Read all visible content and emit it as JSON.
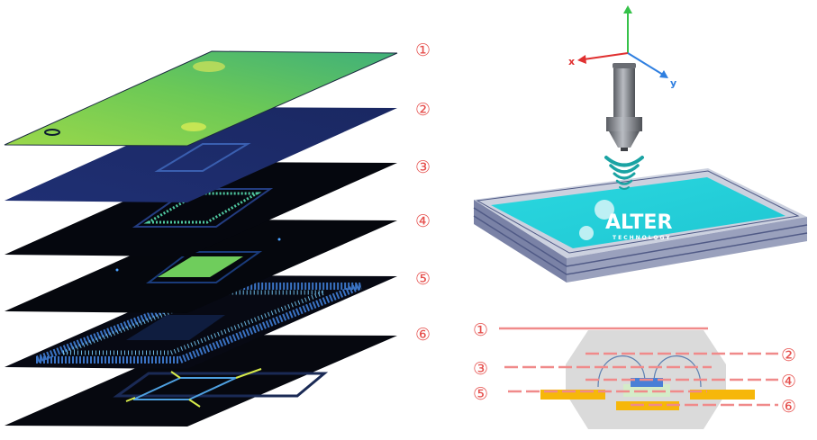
{
  "layer_labels": [
    "①",
    "②",
    "③",
    "④",
    "⑤",
    "⑥"
  ],
  "cross_section_labels_left": [
    "①",
    "③",
    "⑤"
  ],
  "cross_section_labels_right": [
    "②",
    "④",
    "⑥"
  ],
  "axes": {
    "x": "x",
    "y": "y"
  },
  "brand": {
    "name": "ALTER",
    "tagline": "TECHNOLOGY"
  },
  "colors": {
    "label": "#e6504d",
    "layer_top": "#7fd04a",
    "layer_dark": "#0b0f1e",
    "sample_fill": "#29d3dc",
    "chip_blue": "#4a7fd6",
    "pad_gold": "#f6b70a"
  }
}
